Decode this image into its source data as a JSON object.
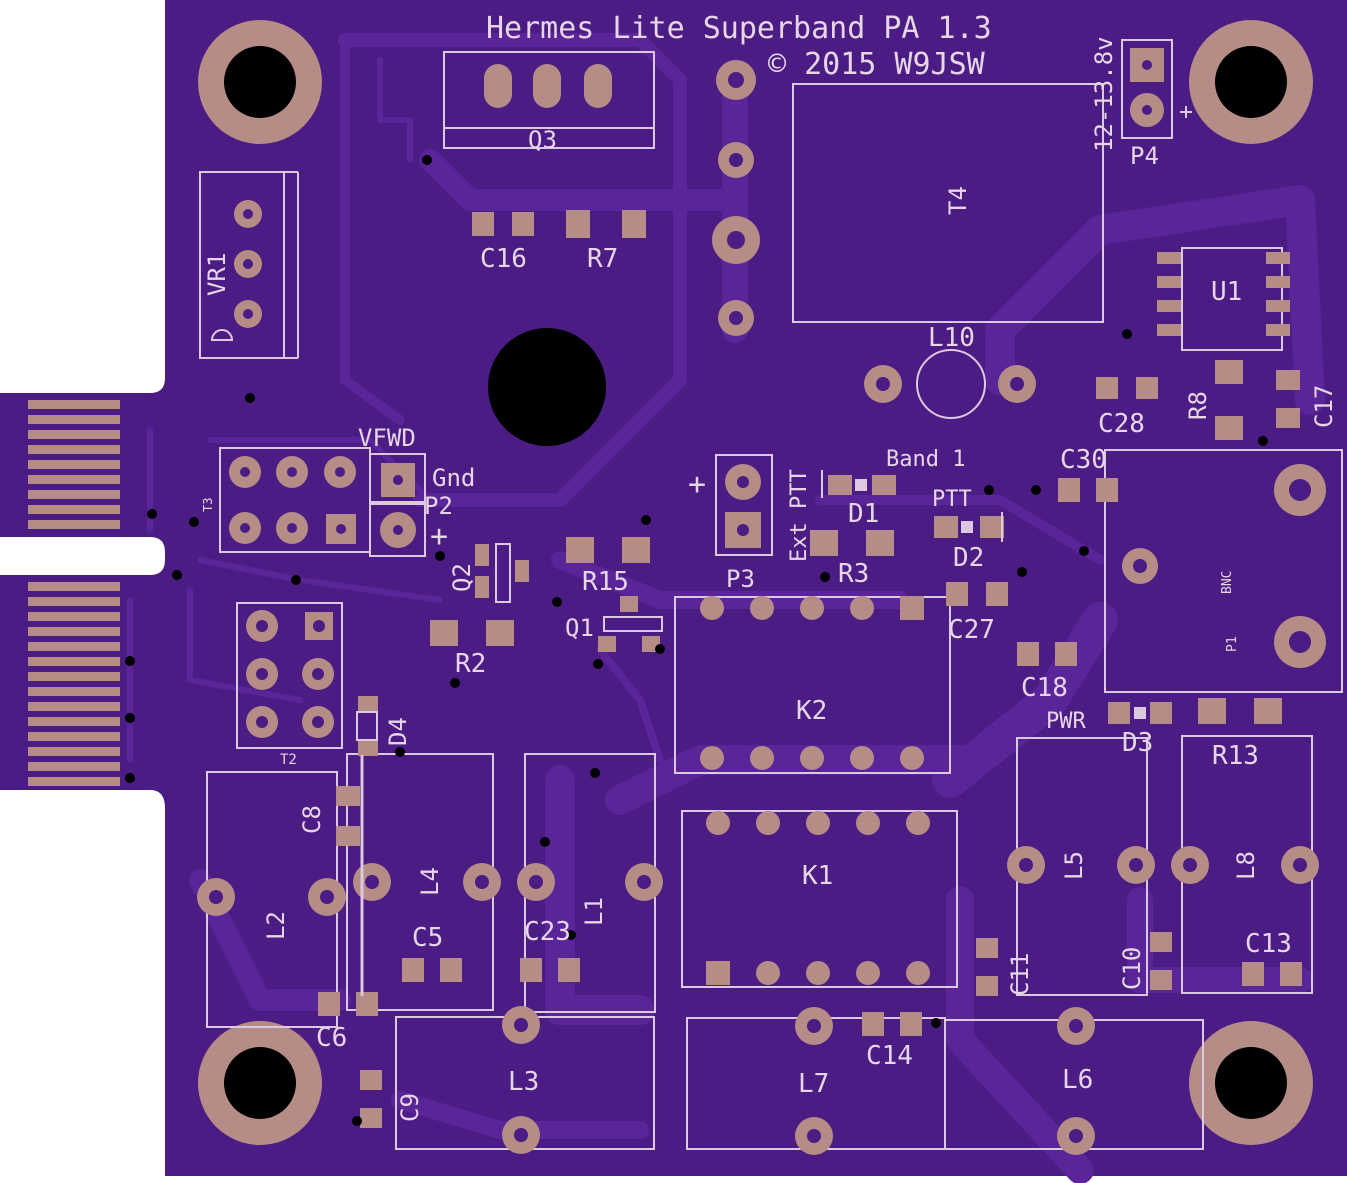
{
  "board": {
    "title": "Hermes Lite Superband PA 1.3",
    "copyright": "© 2015 W9JSW",
    "voltage": "12-13.8v"
  },
  "colors": {
    "substrate": "#4b1c84",
    "copper": "#5a2599",
    "pad": "#b58c86",
    "silk": "#dcc8e0",
    "hole": "#000000"
  },
  "labels": {
    "q3": "Q3",
    "vr1": "VR1",
    "c16": "C16",
    "r7": "R7",
    "t4": "T4",
    "u1": "U1",
    "p4": "P4",
    "l10": "L10",
    "c28": "C28",
    "r8": "R8",
    "c17": "C17",
    "vfwd": "VFWD",
    "gnd": "Gnd",
    "p2": "P2",
    "t3": "T3",
    "band1": "Band 1",
    "c30": "C30",
    "ptt": "PTT",
    "extptt": "Ext PTT",
    "d1": "D1",
    "d2": "D2",
    "r3": "R3",
    "p3": "P3",
    "q2": "Q2",
    "r15": "R15",
    "q1": "Q1",
    "r2": "R2",
    "c27": "C27",
    "bnc": "BNC",
    "p1": "P1",
    "c18": "C18",
    "pwr": "PWR",
    "d3": "D3",
    "r13": "R13",
    "k2": "K2",
    "t2": "T2",
    "d4": "D4",
    "c8": "C8",
    "l2": "L2",
    "l4": "L4",
    "c5": "C5",
    "c23": "C23",
    "l1": "L1",
    "k1": "K1",
    "l5": "L5",
    "l8": "L8",
    "c11": "C11",
    "c10": "C10",
    "c13": "C13",
    "c6": "C6",
    "c9": "C9",
    "l3": "L3",
    "l7": "L7",
    "c14": "C14",
    "l6": "L6",
    "plus": "+"
  }
}
